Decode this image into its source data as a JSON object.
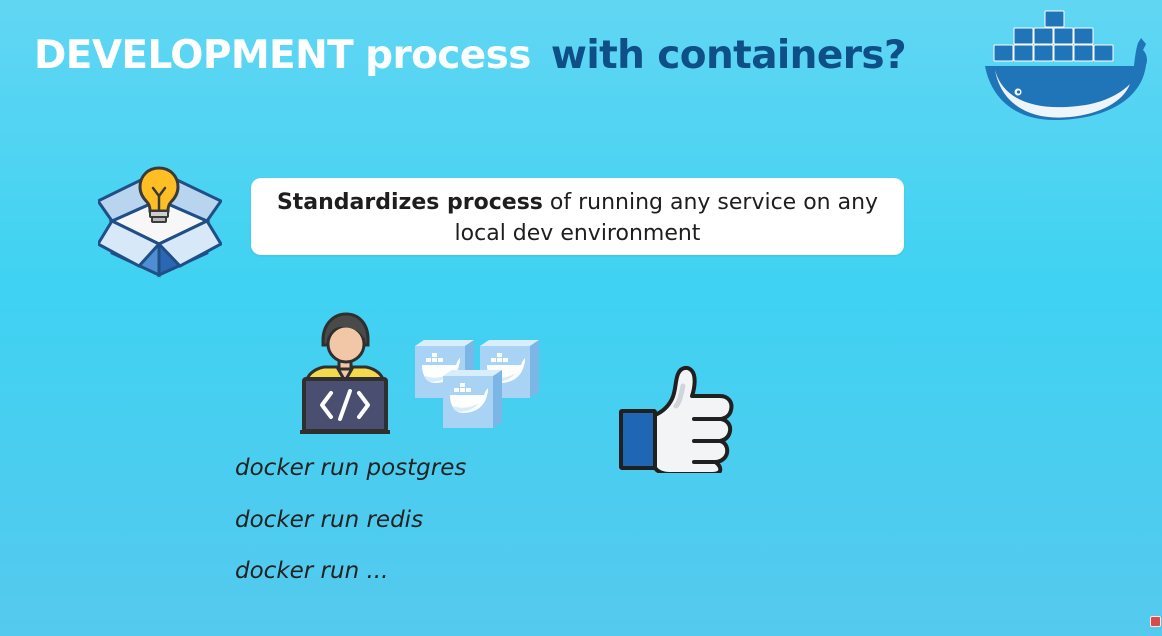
{
  "title": {
    "part1": "DEVELOPMENT",
    "part2": "process",
    "part3": "with containers?"
  },
  "callout": {
    "bold": "Standardizes process",
    "text": " of running any service on any local dev environment"
  },
  "commands": [
    "docker run postgres",
    "docker run redis",
    "docker run ..."
  ],
  "icons": {
    "logo": "docker-whale-icon",
    "concept": "lightbulb-box-icon",
    "developer": "developer-laptop-icon",
    "containers": "container-stack-icon",
    "approval": "thumbs-up-icon"
  },
  "colors": {
    "background": "#3fd2f2",
    "title_accent": "#0f4f88",
    "logo_blue": "#1f75b8",
    "text_dark": "#222222"
  }
}
